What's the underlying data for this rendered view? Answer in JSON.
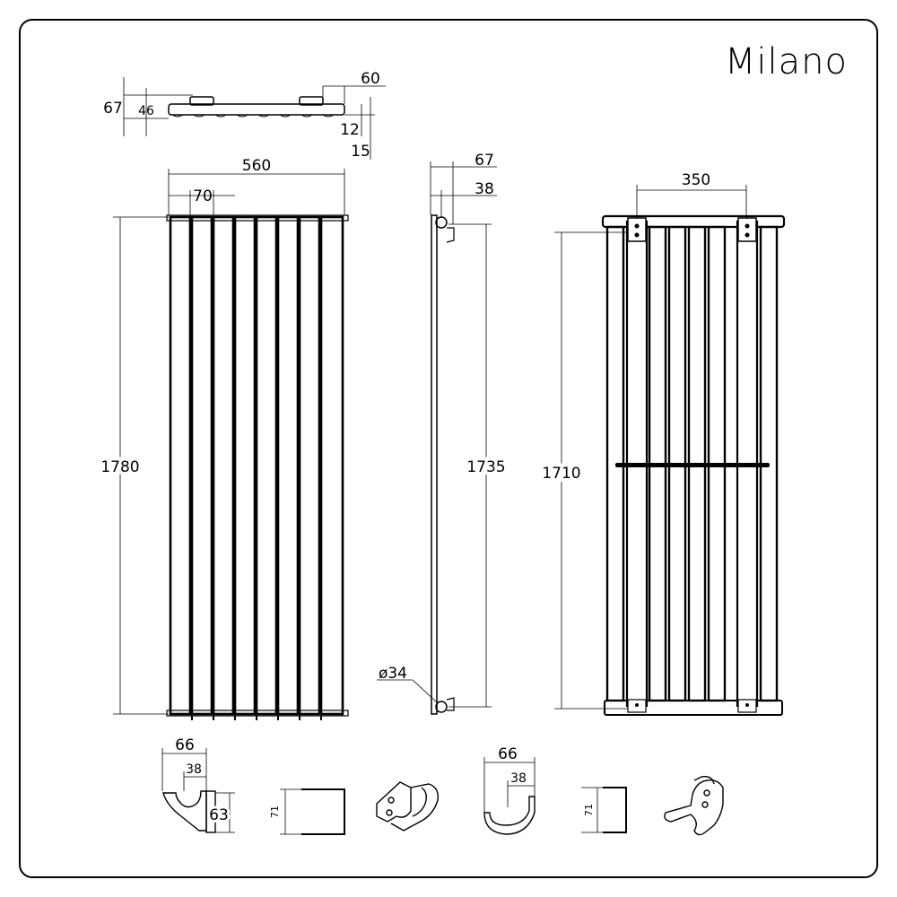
{
  "brand": "Milano",
  "top_view": {
    "d67": "67",
    "d46": "46",
    "d60": "60",
    "d12": "12",
    "d15": "15"
  },
  "front_view": {
    "width": "560",
    "column_pitch": "70",
    "height": "1780"
  },
  "side_view": {
    "depth": "67",
    "bracket_depth": "38",
    "height": "1735",
    "pipe_diameter": "ø34"
  },
  "rear_view": {
    "bracket_spacing": "350",
    "height": "1710"
  },
  "bracket_left": {
    "width": "66",
    "depth": "38",
    "height": "63",
    "profile_height": "71"
  },
  "bracket_right": {
    "width": "66",
    "depth": "38",
    "profile_height": "71"
  }
}
